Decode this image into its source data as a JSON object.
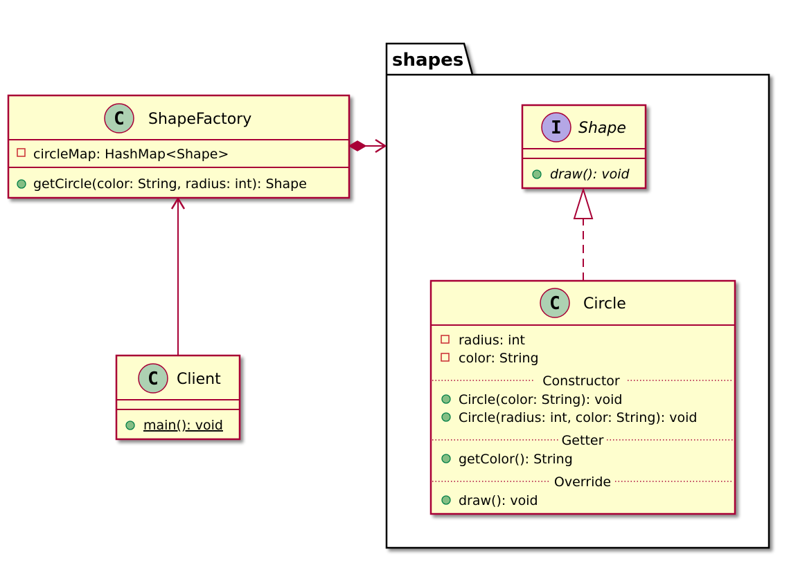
{
  "colors": {
    "border": "#a80036",
    "class_fill": "#fefece",
    "class_icon": "#add1b2",
    "interface_icon": "#b4a7e5",
    "public_marker": "#84be84",
    "private_marker": "#c82930",
    "package_border": "#000000",
    "arrow": "#a80036"
  },
  "package": {
    "name": "shapes"
  },
  "classes": {
    "shape_factory": {
      "stereotype_letter": "C",
      "name": "ShapeFactory",
      "fields": [
        {
          "visibility": "private",
          "text": "circleMap: HashMap<Shape>"
        }
      ],
      "methods": [
        {
          "visibility": "public",
          "text": "getCircle(color: String, radius: int): Shape"
        }
      ]
    },
    "client": {
      "stereotype_letter": "C",
      "name": "Client",
      "fields": [],
      "methods": [
        {
          "visibility": "public",
          "text": "main(): void",
          "static": true
        }
      ]
    },
    "shape": {
      "stereotype_letter": "I",
      "name": "Shape",
      "abstract": true,
      "fields": [],
      "methods": [
        {
          "visibility": "public",
          "text": "draw(): void",
          "abstract": true
        }
      ]
    },
    "circle": {
      "stereotype_letter": "C",
      "name": "Circle",
      "fields": [
        {
          "visibility": "private",
          "text": "radius: int"
        },
        {
          "visibility": "private",
          "text": "color: String"
        }
      ],
      "sections": [
        {
          "label": "Constructor",
          "methods": [
            {
              "visibility": "public",
              "text": "Circle(color: String): void"
            },
            {
              "visibility": "public",
              "text": "Circle(radius: int, color: String): void"
            }
          ]
        },
        {
          "label": "Getter",
          "methods": [
            {
              "visibility": "public",
              "text": "getColor(): String"
            }
          ]
        },
        {
          "label": "Override",
          "methods": [
            {
              "visibility": "public",
              "text": "draw(): void"
            }
          ]
        }
      ]
    }
  },
  "relations": [
    {
      "from": "shape_factory",
      "to": "shapes_package",
      "type": "composition"
    },
    {
      "from": "client",
      "to": "shape_factory",
      "type": "association"
    },
    {
      "from": "circle",
      "to": "shape",
      "type": "realization"
    }
  ]
}
